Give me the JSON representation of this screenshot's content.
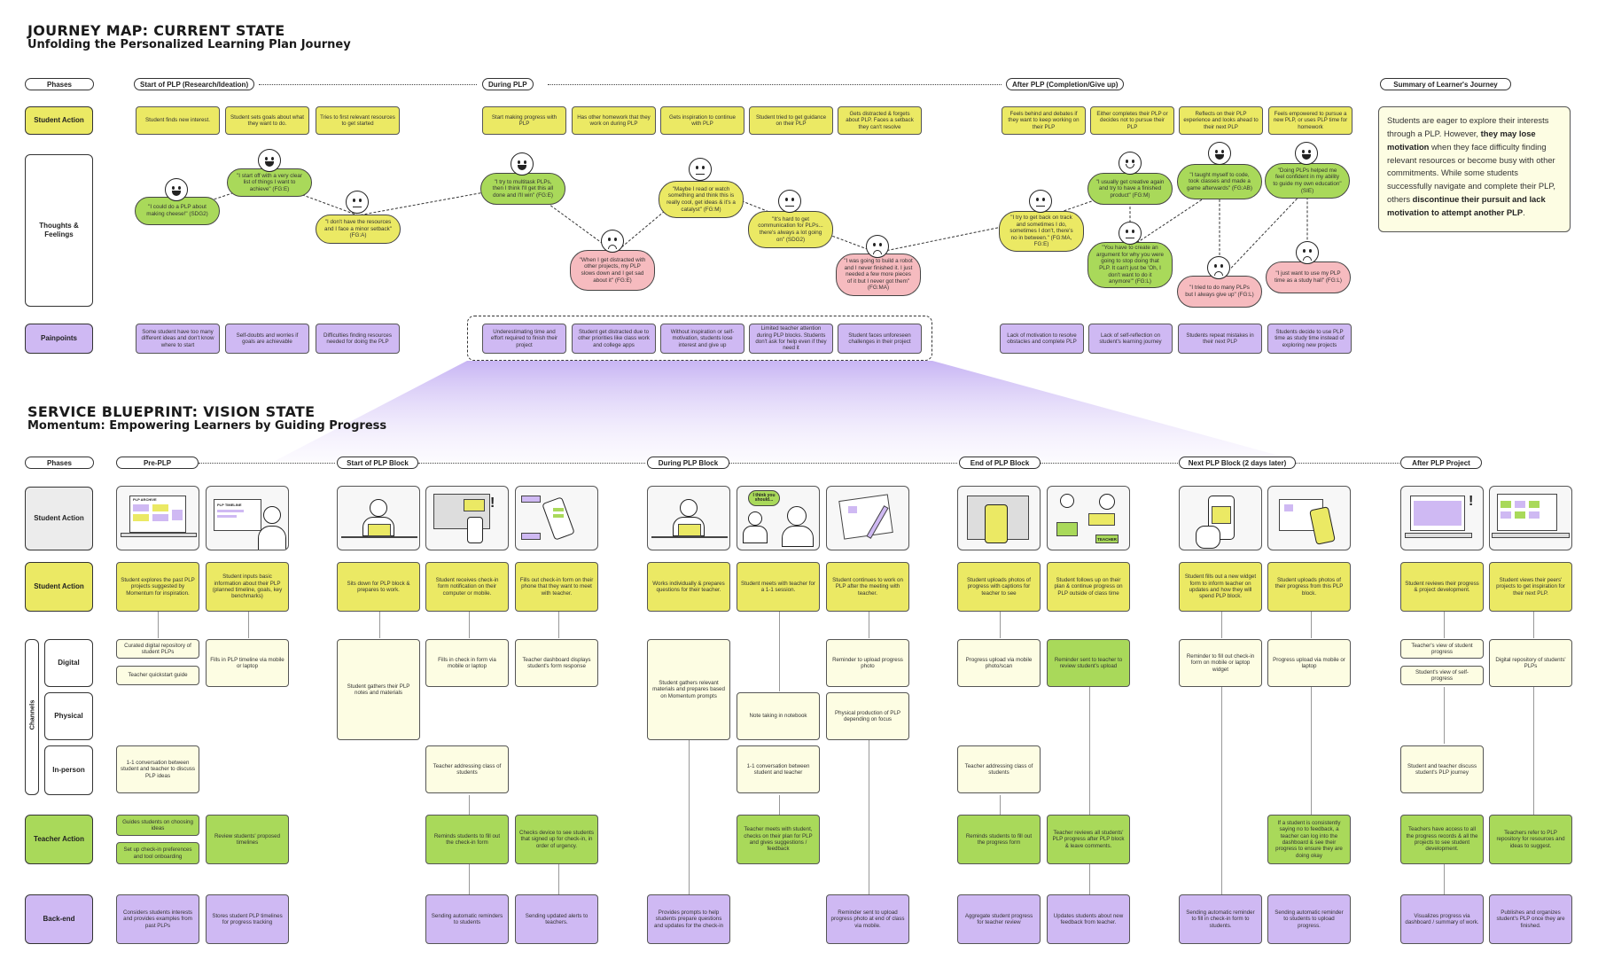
{
  "journey": {
    "title": "JOURNEY MAP: CURRENT STATE",
    "subtitle": "Unfolding the Personalized Learning Plan Journey",
    "phases_label": "Phases",
    "phases": [
      "Start of PLP (Research/Ideation)",
      "During PLP",
      "After PLP (Completion/Give up)",
      "Summary of  Learner's Journey"
    ],
    "row_labels": {
      "action": "Student Action",
      "thoughts": "Thoughts & Feelings",
      "pain": "Painpoints"
    },
    "actions": [
      "Student finds new interest.",
      "Student sets goals about what they want to do.",
      "Tries to first relevant resources to get started",
      "Start making progress with PLP",
      "Has other homework that they work on during PLP",
      "Gets inspiration to continue with PLP",
      "Student tried to get guidance on their PLP",
      "Gets distracted & forgets about PLP. Faces a setback they can't resolve",
      "Feels behind and debates if they want to keep working on their PLP",
      "Either completes their PLP or decides not to pursue their PLP",
      "Reflects on their PLP experience and looks ahead to their next PLP",
      "Feels empowered to pursue a new PLP, or uses PLP time for homework"
    ],
    "quotes": [
      "\"I could do a PLP about making cheese!\" (SDG2)",
      "\"I start off with a very clear list of things I want to achieve\" (FG:E)",
      "\"I don't have the resources and I face a minor setback\" (FG:A)",
      "\"I try to multitask PLPs, then I think I'll get this all done and I'll win\" (FG:E)",
      "\"When I get distracted with other projects, my PLP slows down and I get sad about it\" (FG:E)",
      "\"Maybe I read or watch something and think this is really cool, get ideas & it's a catalyst\" (FG:M)",
      "\"It's hard to get communication for PLPs... there's always a lot going on\" (SDG2)",
      "\"I was going to build a robot and I never finished it. I just needed a few more pieces of it but I never got them\" (FG:MA)",
      "\"I try to get back on track and sometimes I do, sometimes I don't, there's no in between.\" (FG:MA, FG:E)",
      "\"I usually get creative again and try to have a finished product\" (FG:M)",
      "\"You have to create an argument for why you were going to stop doing that PLP. It can't just be 'Oh, I don't want to do it anymore'\" (FG:L)",
      "\"I taught myself to code, took classes and made a game afterwards\" (FG:AB)",
      "\"I tried to do many PLPs but I always give up\" (FG:L)",
      "\"Doing PLPs helped me feel confident in my ability to guide my own education\" (SIE)",
      "\"I just want to use my PLP time as a study hall\" (FG:L)"
    ],
    "pains": [
      "Some student have too many different ideas and don't know where to start",
      "Self-doubts and worries if goals are achievable",
      "Difficulties finding resources needed for doing the PLP",
      "Underestimating time and effort required to finish their project",
      "Student get distracted due to other priorities like class work and college apps",
      "Without inspiration or self-motivation, students lose interest and give up",
      "Limited teacher attention during PLP blocks. Students don't ask for help even if they need it",
      "Student faces unforeseen challenges in their project",
      "Lack of motivation to resolve obstacles and complete PLP",
      "Lack of self-reflection on student's learning journey",
      "Students repeat mistakes in their next PLP",
      "Students decide to use PLP time as study time instead of exploring new projects"
    ],
    "summary_parts": [
      "Students are eager to explore their interests through a PLP. However, ",
      "they may lose motivation",
      " when they face difficulty finding relevant resources or become busy with other commitments. While some students successfully navigate and complete their PLP, others ",
      "discontinue their pursuit and lack motivation to attempt another PLP",
      "."
    ]
  },
  "blueprint": {
    "title": "SERVICE BLUEPRINT: VISION STATE",
    "subtitle": "Momentum: Empowering Learners by Guiding Progress",
    "phases_label": "Phases",
    "phases": [
      "Pre-PLP",
      "Start of PLP Block",
      "During PLP Block",
      "End of PLP Block",
      "Next PLP Block (2 days later)",
      "After PLP Project"
    ],
    "row_labels": {
      "action_ill": "Student Action",
      "action": "Student Action",
      "channels": "Channels",
      "digital": "Digital",
      "physical": "Physical",
      "inperson": "In-person",
      "teacher": "Teacher Action",
      "backend": "Back-end"
    },
    "illustration_text": [
      "PLP ARCHIVE",
      "PLP TIMELINE",
      "I think you should...",
      "TEACHER"
    ],
    "student_actions": [
      "Student explores the past PLP projects suggested by Momentum for inspiration.",
      "Student inputs basic information about their PLP (planned timeline, goals, key benchmarks)",
      "Sits down for PLP block & prepares to work.",
      "Student receives check-in form notification on their computer or mobile.",
      "Fills out check-in form on their phone that they want to meet with teacher.",
      "Works individually & prepares questions for their teacher.",
      "Student meets with teacher for a 1-1 session.",
      "Student continues to work on PLP after the meeting with teacher.",
      "Student uploads photos of progress with captions for teacher to see",
      "Student follows up on their plan & continue progress on PLP outside of class time",
      "Student fills out a new widget form to inform teacher on updates and how they will spend PLP block.",
      "Student uploads photos of their progress from this PLP block.",
      "Student reviews their progress & project development.",
      "Student views their peers' projects to get inspiration for their next PLP."
    ],
    "digital": [
      "Curated digital repository of student PLPs",
      "Teacher quickstart guide",
      "Fills in PLP timeline via mobile or laptop",
      "Student gathers their PLP notes and materials",
      "Fills in check in form via mobile or laptop",
      "Teacher dashboard displays student's form response",
      "Student gathers relevant materials and prepares based on Momentum prompts",
      "Reminder to upload progress photo",
      "Progress upload via mobile photo/scan",
      "Reminder sent to teacher to review student's upload",
      "Reminder to fill out check-in form on mobile or laptop widget",
      "Progress upload via mobile or laptop",
      "Teacher's view of student progress",
      "Student's view of self-progress",
      "Digital repository of students' PLPs"
    ],
    "physical": [
      "Note taking in notebook",
      "Physical production of PLP depending on focus"
    ],
    "inperson": [
      "1-1 conversation between student and teacher to discuss PLP ideas",
      "Teacher addressing class of students",
      "1-1 conversation between student and teacher",
      "Teacher addressing class of students",
      "Student and teacher discuss student's PLP journey"
    ],
    "teacher": [
      "Guides students on choosing ideas",
      "Set up check-in preferences and tool onboarding",
      "Review students' proposed timelines",
      "Reminds students to fill out the check-in form",
      "Checks device to see students that signed up for check-in, in order of urgency.",
      "Teacher meets with student, checks on their plan for PLP and gives suggestions / feedback",
      "Reminds students to fill out the progress form",
      "Teacher reviews all students' PLP progress after PLP block & leave comments.",
      "If a student is consistently saying no to feedback, a teacher can log into the dashboard & see their progress to ensure they are doing okay",
      "Teachers have access to all the progress records & all the projects to see student development.",
      "Teachers refer to PLP repository for resources and ideas to suggest."
    ],
    "backend": [
      "Considers students interests and provides examples from past PLPs",
      "Stores student PLP timelines for progress tracking",
      "Sending automatic reminders to students",
      "Sending updated alerts to teachers.",
      "Provides prompts to help students prepare questions and updates for the check-in",
      "Reminder sent to upload progress photo at end of class via mobile.",
      "Aggregate student progress for teacher review",
      "Updates students about new feedback from teacher.",
      "Sending automatic reminder to fill in check-in form to students.",
      "Sending automatic reminder to students to upload progress.",
      "Visualizes progress via dashboard / summary of work.",
      "Publishes and organizes student's PLP once they are finished."
    ]
  },
  "colors": {
    "yellow": "#ebe964",
    "purple": "#cfb9f3",
    "green": "#a9d95a",
    "pink": "#f6bbbf",
    "cream": "#fdfde3",
    "gray": "#ececec"
  }
}
